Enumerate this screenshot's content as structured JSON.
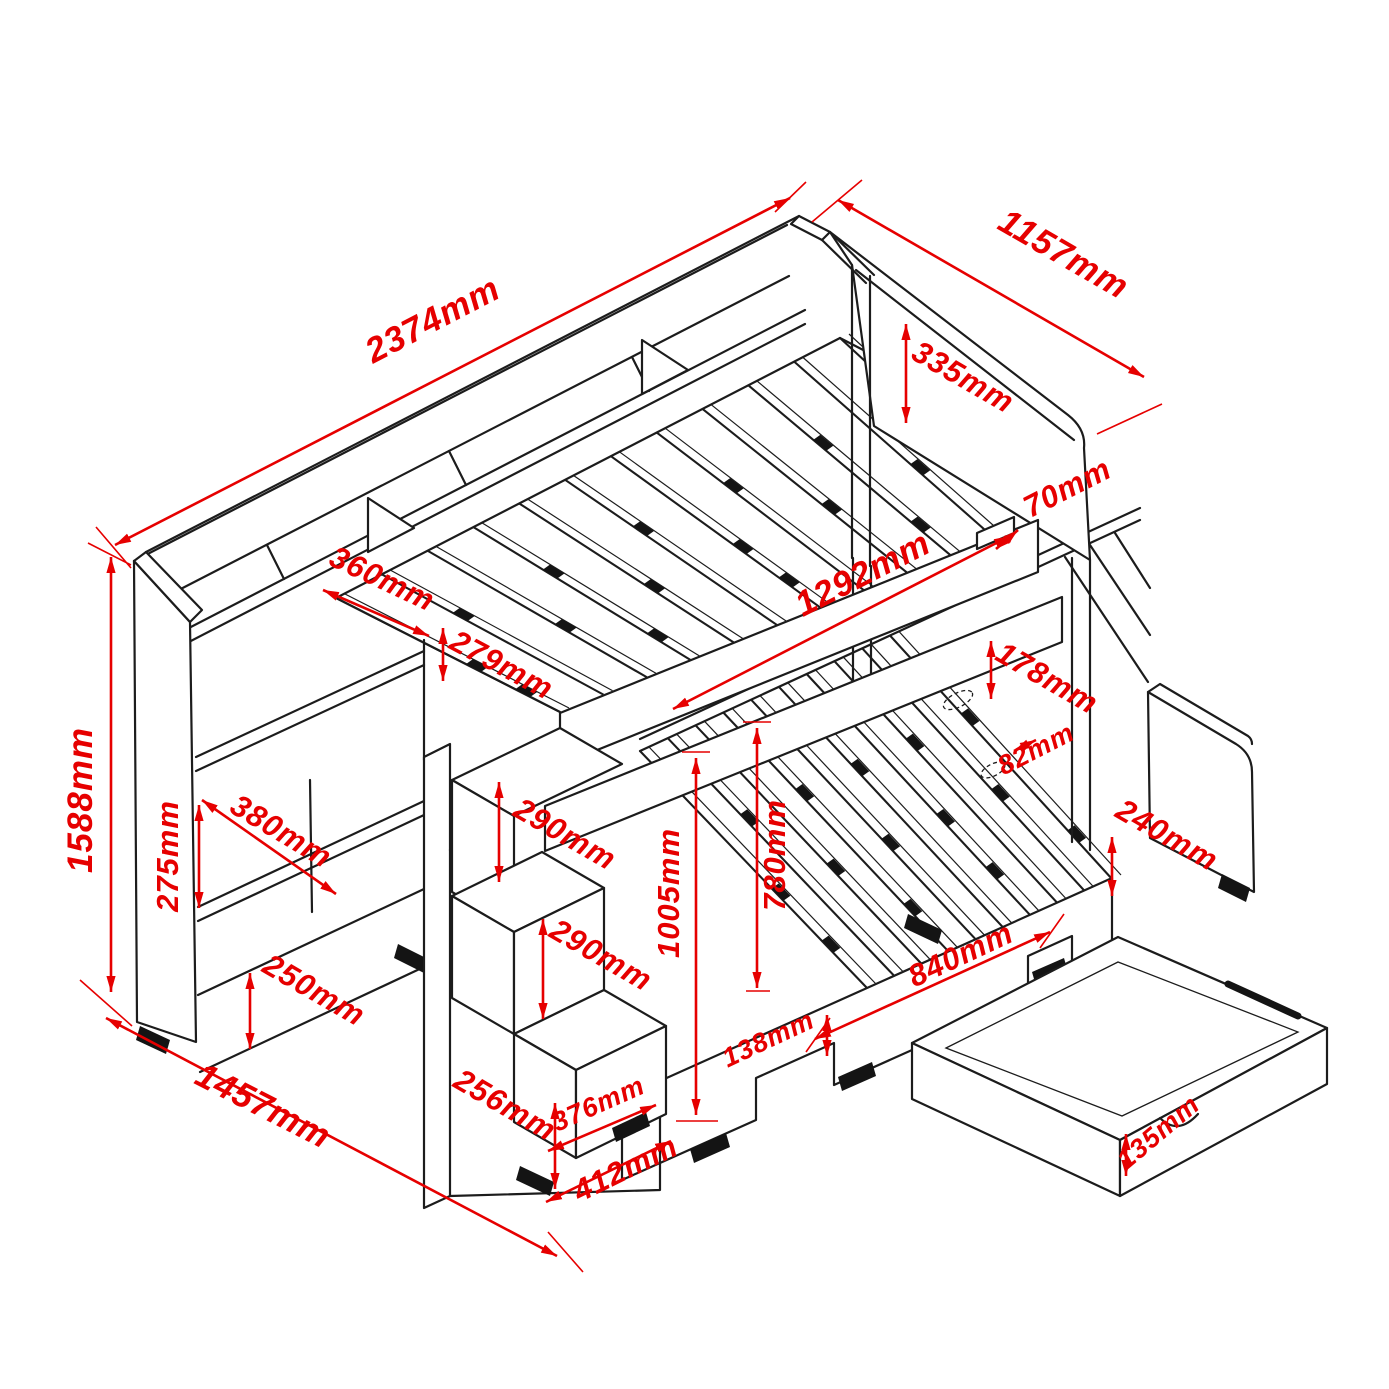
{
  "diagram": {
    "type": "isometric furniture dimension drawing",
    "subject": "Bunk bed with shelf headboard, storage staircase, slatted bed bases and under-bed drawer",
    "unit": "mm",
    "colors": {
      "dimension": "#e60000",
      "linework": "#1c1c1c",
      "background": "#ffffff"
    },
    "dims": {
      "overall_length": "2374mm",
      "overall_width": "1157mm",
      "guard_rail_height": "335mm",
      "shelf_depth": "360mm",
      "shelf_front_height": "279mm",
      "guard_rail_length": "1292mm",
      "grab_slot_width": "70mm",
      "rail_above_slats": "178mm",
      "slat_gap": "82mm",
      "overall_height": "1588mm",
      "cubby_height": "275mm",
      "cubby_width": "380mm",
      "base_shelf_height": "250mm",
      "overall_depth": "1457mm",
      "step_rise_upper": "290mm",
      "step_rise_lower": "290mm",
      "underbunk_clearance": "1005mm",
      "lower_bed_clearance": "780mm",
      "lower_rail_height": "240mm",
      "foot_spacing": "840mm",
      "foot_notch_height": "138mm",
      "bottom_step_depth": "376mm",
      "bottom_step_width": "412mm",
      "bottom_step_height": "256mm",
      "drawer_height": "135mm"
    }
  }
}
